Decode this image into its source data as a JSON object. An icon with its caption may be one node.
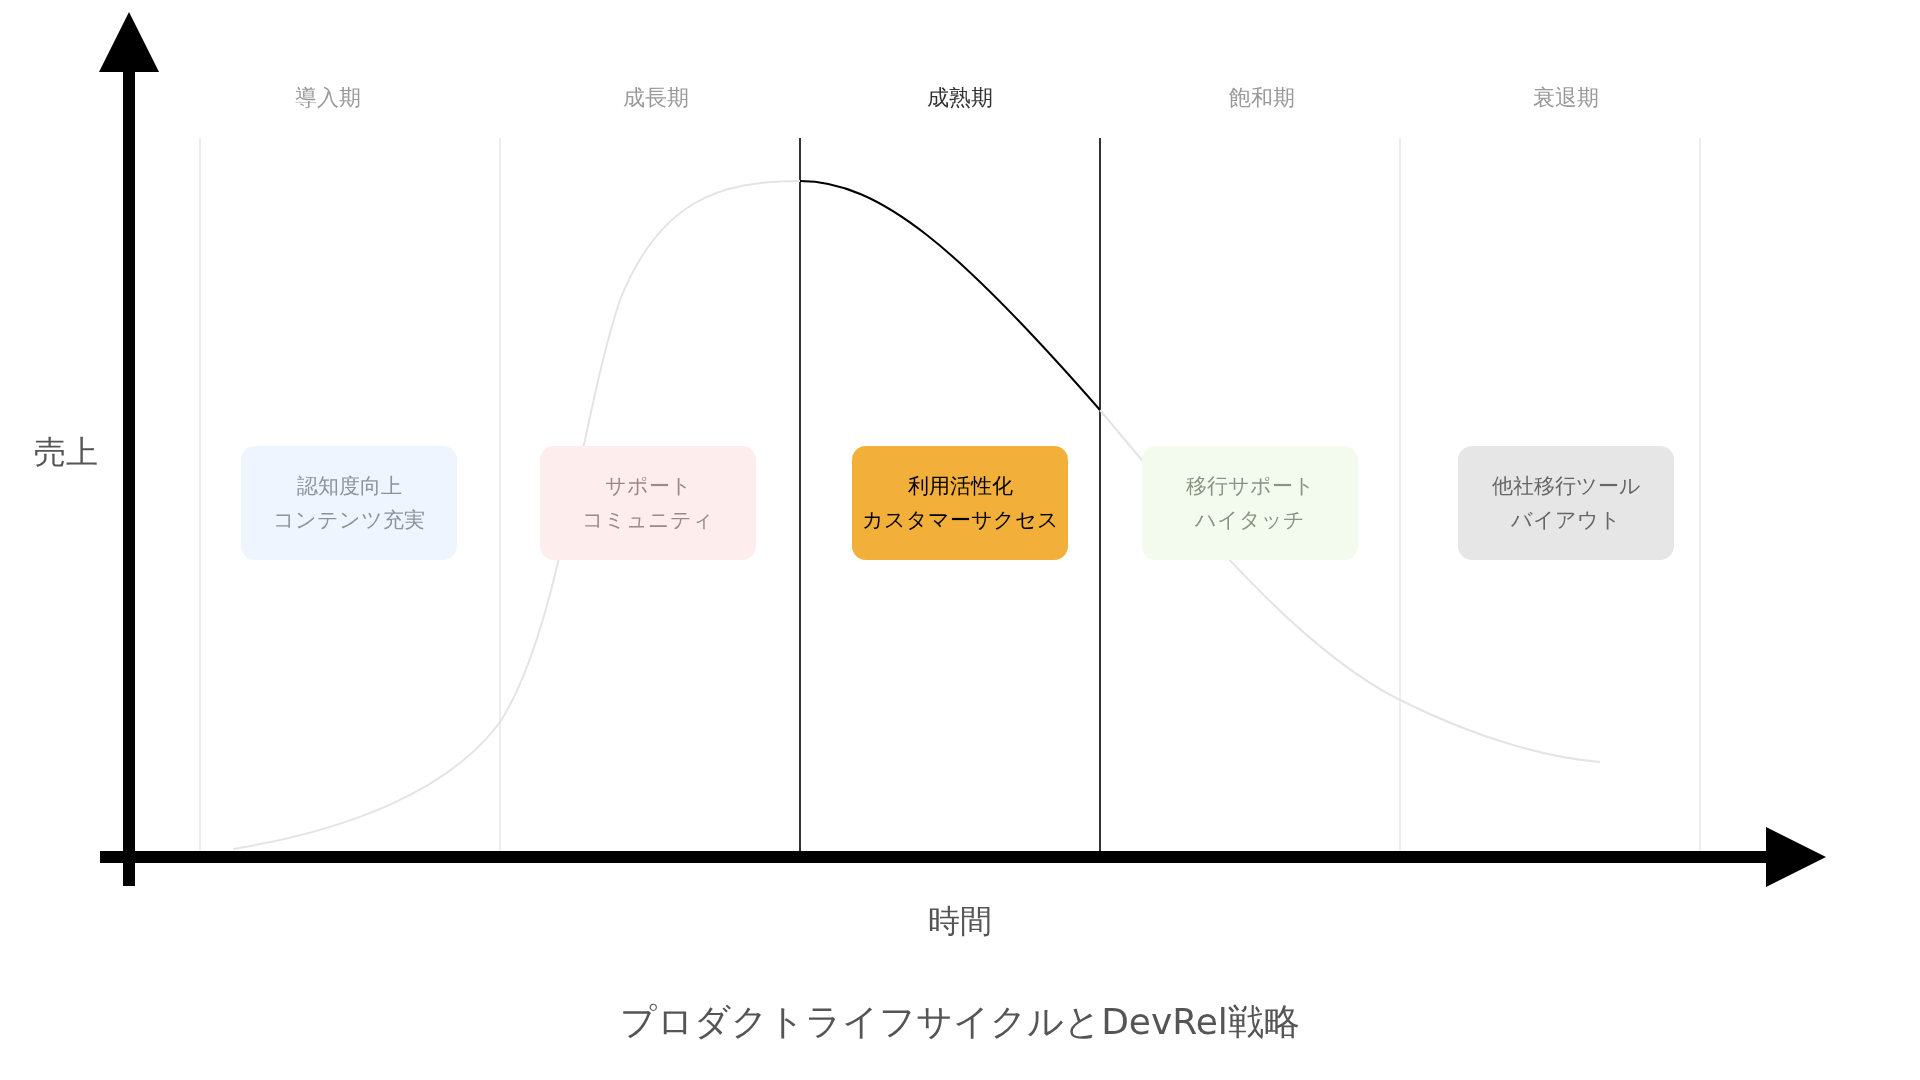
{
  "diagram": {
    "caption": "プロダクトライフサイクルとDevRel戦略",
    "nodes": [
      {
        "text": [
          "認知度向上",
          "コンテンツ充実"
        ]
      },
      {
        "text": [
          "サポート",
          "コミュニティ"
        ]
      },
      {
        "text": [
          "利用活性化",
          "カスタマーサクセス"
        ]
      },
      {
        "text": [
          "移行サポート",
          "ハイタッチ"
        ]
      },
      {
        "text": [
          "他社移行ツール",
          "バイアウト"
        ]
      }
    ],
    "edges": [],
    "labels": [
      "導入期",
      "成長期",
      "成熟期",
      "飽和期",
      "衰退期",
      "売上",
      "時間"
    ]
  }
}
